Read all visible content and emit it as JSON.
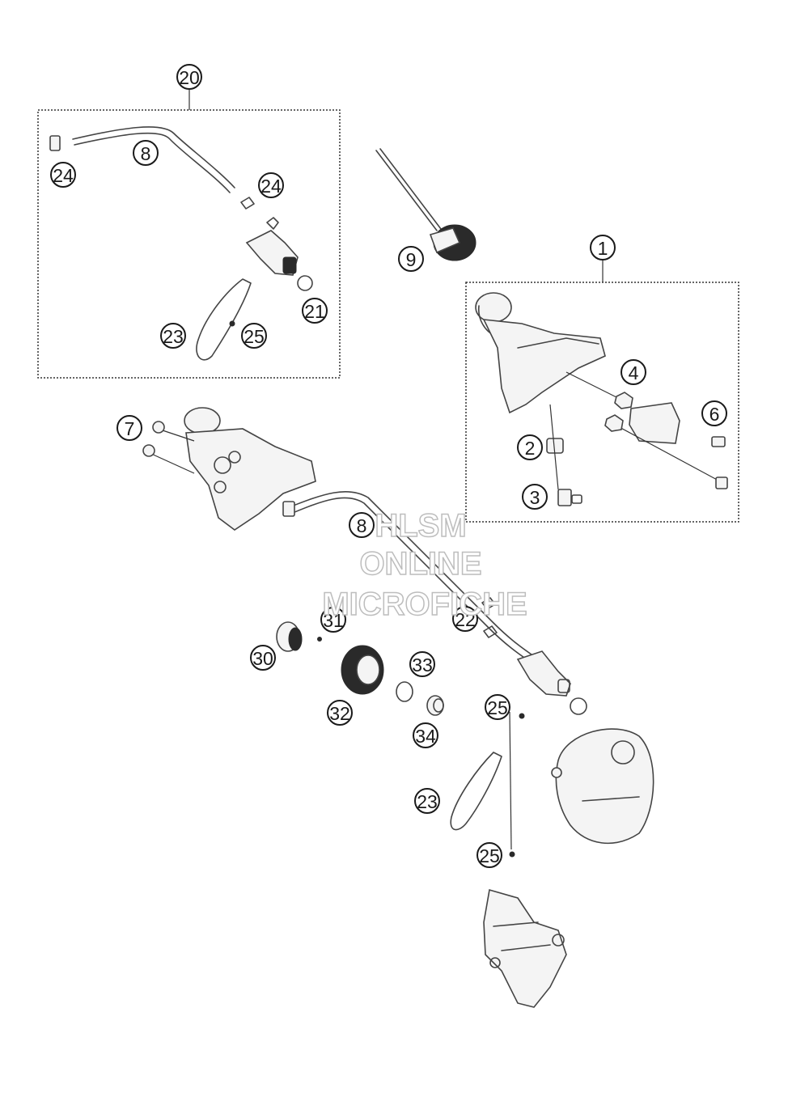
{
  "callouts": {
    "c20": "20",
    "c8a": "8",
    "c24a": "24",
    "c24b": "24",
    "c9": "9",
    "c1": "1",
    "c21": "21",
    "c23a": "23",
    "c25a": "25",
    "c4": "4",
    "c6": "6",
    "c2": "2",
    "c3": "3",
    "c7": "7",
    "c8b": "8",
    "c31": "31",
    "c22": "22",
    "c30": "30",
    "c33": "33",
    "c32": "32",
    "c25b": "25",
    "c34": "34",
    "c23b": "23",
    "c25c": "25"
  },
  "watermark": {
    "line1": "HLSM",
    "line2": "ONLINE",
    "line3": "MICROFICHE"
  },
  "icons": {
    "reservoir": "brake-fluid-reservoir-icon",
    "master_cylinder": "master-cylinder-icon",
    "caliper": "brake-caliper-icon",
    "clutch_cover": "clutch-cover-icon"
  }
}
